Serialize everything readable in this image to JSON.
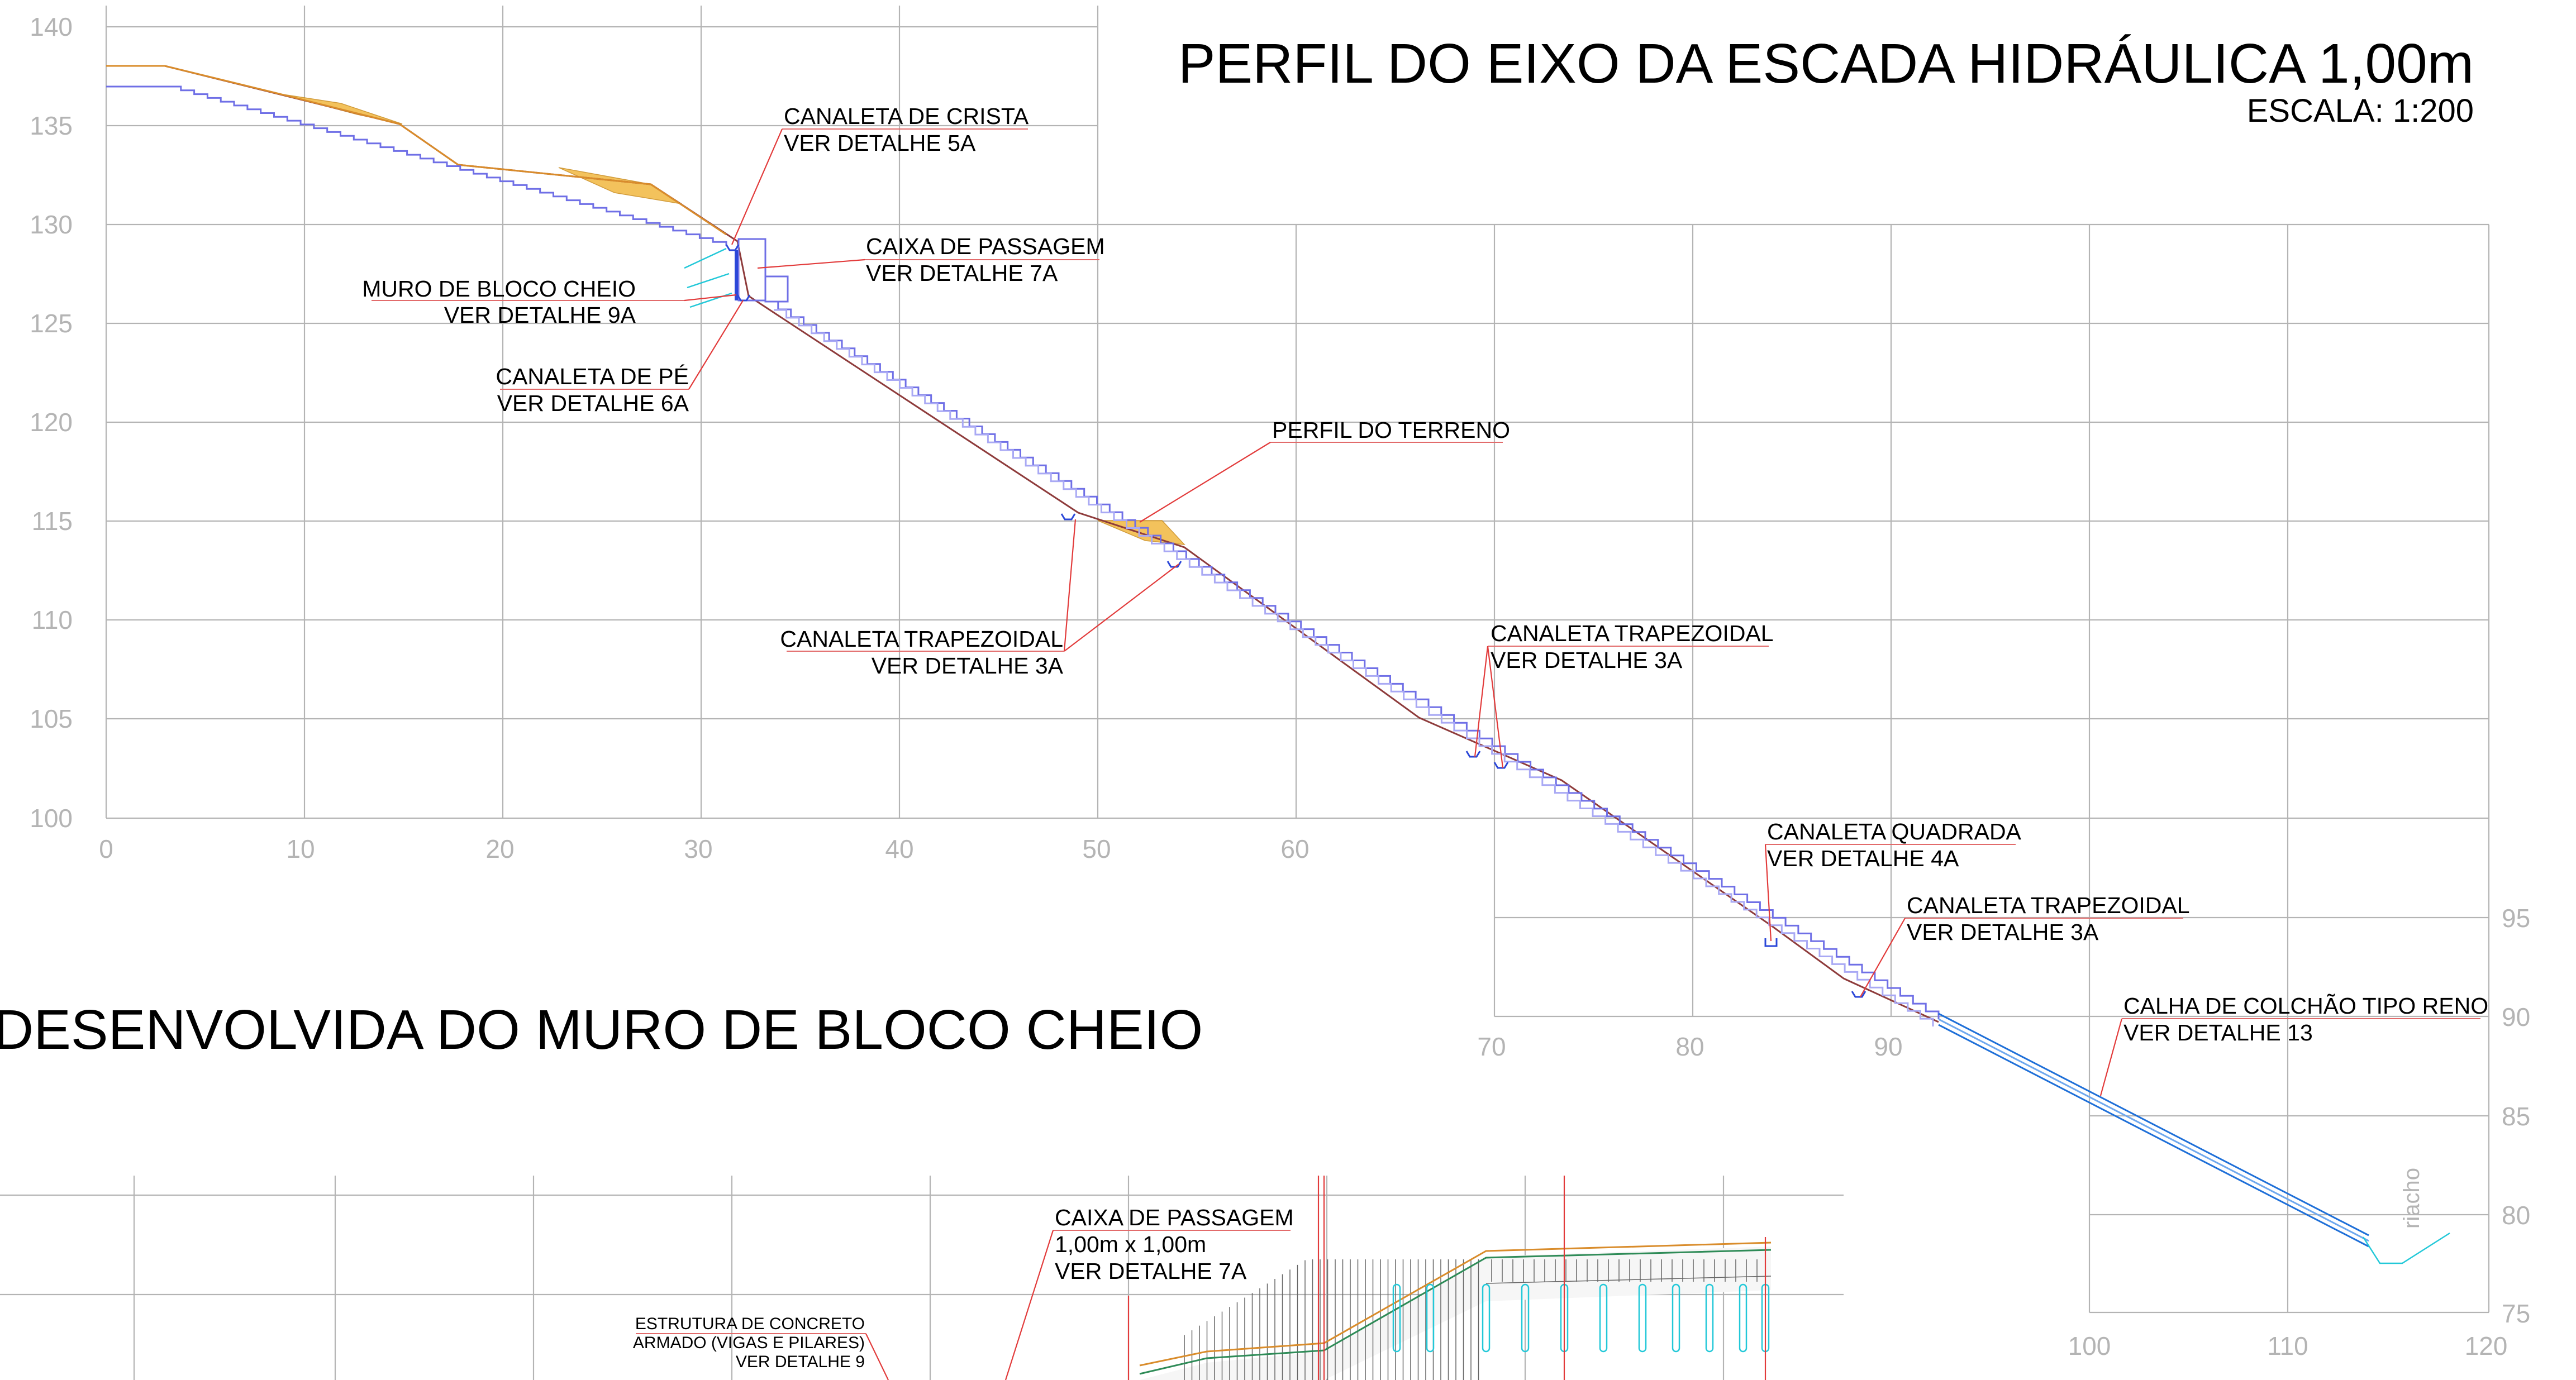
{
  "title": "PERFIL DO EIXO DA ESCADA HIDRÁULICA 1,00m",
  "scale": "ESCALA: 1:200",
  "secondary_title": "DESENVOLVIDA DO MURO DE BLOCO CHEIO",
  "upper_axis": {
    "y_ticks": [
      "140",
      "135",
      "130",
      "125",
      "120",
      "115",
      "110",
      "105",
      "100"
    ],
    "x_ticks": [
      "0",
      "10",
      "20",
      "30",
      "40",
      "50",
      "60"
    ]
  },
  "middle_axis": {
    "x_ticks": [
      "70",
      "80",
      "90"
    ],
    "y_ticks": [
      "95",
      "90",
      "85",
      "80",
      "75"
    ]
  },
  "lower_axis": {
    "x_ticks": [
      "100",
      "110",
      "120"
    ]
  },
  "stream_label": "riacho",
  "annotations": {
    "canaleta_crista": {
      "line1": "CANALETA DE CRISTA",
      "line2": "VER DETALHE 5A"
    },
    "caixa_passagem": {
      "line1": "CAIXA DE PASSAGEM",
      "line2": "VER DETALHE 7A"
    },
    "muro_bloco": {
      "line1": "MURO DE BLOCO CHEIO",
      "line2": "VER DETALHE 9A"
    },
    "canaleta_pe": {
      "line1": "CANALETA DE PÉ",
      "line2": "VER DETALHE 6A"
    },
    "perfil_terreno": {
      "line1": "PERFIL DO TERRENO"
    },
    "canaleta_trap_1": {
      "line1": "CANALETA TRAPEZOIDAL",
      "line2": "VER DETALHE 3A"
    },
    "canaleta_trap_2": {
      "line1": "CANALETA TRAPEZOIDAL",
      "line2": "VER DETALHE 3A"
    },
    "canaleta_quadrada": {
      "line1": "CANALETA QUADRADA",
      "line2": "VER DETALHE 4A"
    },
    "canaleta_trap_3": {
      "line1": "CANALETA TRAPEZOIDAL",
      "line2": "VER DETALHE 3A"
    },
    "calha_colchao": {
      "line1": "CALHA DE COLCHÃO TIPO RENO",
      "line2": "VER DETALHE 13"
    },
    "caixa_passagem_2": {
      "line1": "CAIXA DE PASSAGEM",
      "line2": "1,00m x 1,00m",
      "line3": "VER DETALHE 7A"
    },
    "estrutura_concreto": {
      "line1": "ESTRUTURA DE CONCRETO",
      "line2": "ARMADO (VIGAS E PILARES)",
      "line3": "VER DETALHE 9"
    }
  },
  "colors": {
    "grid": "#b4b4b4",
    "terrain": "#8e3b3b",
    "stairs": "#6f6fe6",
    "leader": "#e23b3b",
    "cut_fill": "#f2b840",
    "cyan": "#22c8d8"
  }
}
